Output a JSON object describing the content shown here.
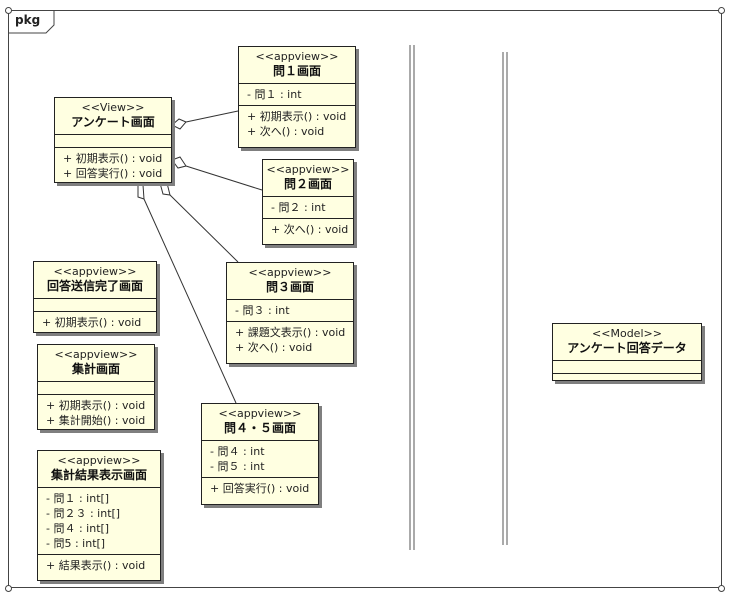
{
  "package": {
    "label": "pkg"
  },
  "classes": {
    "anketo": {
      "stereotype": "<<View>>",
      "name": "アンケート画面",
      "attributes": [],
      "operations": [
        "+ 初期表示() : void",
        "+ 回答実行() : void"
      ]
    },
    "q1": {
      "stereotype": "<<appview>>",
      "name": "問１画面",
      "attributes": [
        "- 問１ : int"
      ],
      "operations": [
        "+ 初期表示() : void",
        "+ 次へ() : void"
      ]
    },
    "q2": {
      "stereotype": "<<appview>>",
      "name": "問２画面",
      "attributes": [
        "- 問２ : int"
      ],
      "operations": [
        "+ 次へ() : void"
      ]
    },
    "q3": {
      "stereotype": "<<appview>>",
      "name": "問３画面",
      "attributes": [
        "- 問３ : int"
      ],
      "operations": [
        "+ 課題文表示() : void",
        "+ 次へ() : void"
      ]
    },
    "q45": {
      "stereotype": "<<appview>>",
      "name": "問４・５画面",
      "attributes": [
        "- 問４ : int",
        "- 問５ : int"
      ],
      "operations": [
        "+ 回答実行() : void"
      ]
    },
    "sent": {
      "stereotype": "<<appview>>",
      "name": "回答送信完了画面",
      "attributes": [],
      "operations": [
        "+ 初期表示() : void"
      ]
    },
    "agg": {
      "stereotype": "<<appview>>",
      "name": "集計画面",
      "attributes": [],
      "operations": [
        "+ 初期表示() : void",
        "+ 集計開始() : void"
      ]
    },
    "result": {
      "stereotype": "<<appview>>",
      "name": "集計結果表示画面",
      "attributes": [
        "- 問１ : int[]",
        "- 問２３ : int[]",
        "- 問４ : int[]",
        "- 問5 : int[]"
      ],
      "operations": [
        "+ 結果表示() : void"
      ]
    },
    "model": {
      "stereotype": "<<Model>>",
      "name": "アンケート回答データ",
      "attributes": [],
      "operations": []
    }
  }
}
